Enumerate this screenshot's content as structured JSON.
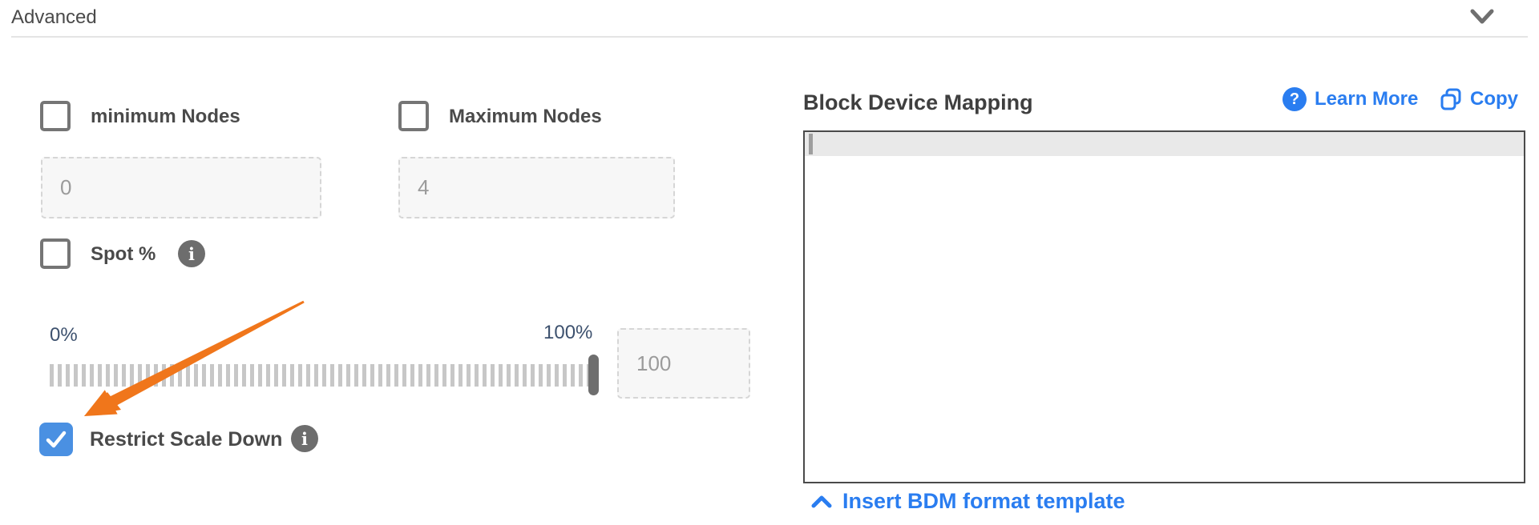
{
  "header": {
    "title": "Advanced",
    "collapse_icon": "chevron-down"
  },
  "left_panel": {
    "min_nodes": {
      "label": "minimum Nodes",
      "checked": false,
      "value": "0"
    },
    "max_nodes": {
      "label": "Maximum Nodes",
      "checked": false,
      "value": "4"
    },
    "spot": {
      "label": "Spot %",
      "checked": false,
      "info_icon": "info"
    },
    "slider": {
      "min_label": "0%",
      "max_label": "100%",
      "value": "100"
    },
    "restrict_scale_down": {
      "label": "Restrict Scale Down",
      "checked": true,
      "info_icon": "info"
    },
    "annotation": {
      "type": "orange-arrow",
      "points_to": "restrict-scale-down-checkbox"
    }
  },
  "right_panel": {
    "title": "Block Device Mapping",
    "learn_more_label": "Learn More",
    "copy_label": "Copy",
    "editor_content": "",
    "insert_link_label": "Insert BDM format template"
  },
  "icons": {
    "question_mark": "?",
    "info_glyph": "i"
  },
  "colors": {
    "accent_blue": "#2a7df0",
    "checkbox_checked_blue": "#4a90e2",
    "arrow_orange": "#f0761b",
    "label_gray": "#4a4a4a",
    "slate_label": "#3d516e"
  }
}
